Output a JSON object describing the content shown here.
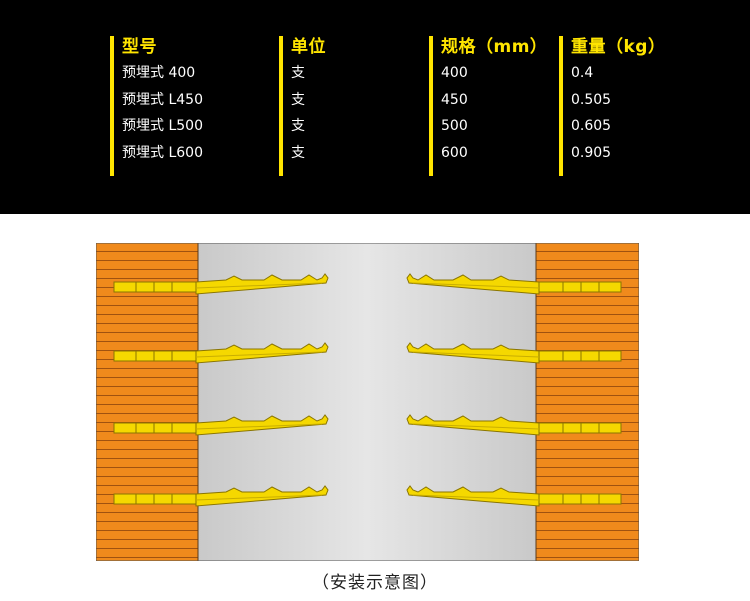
{
  "table": {
    "columns": [
      {
        "header": "型号",
        "cells": [
          "预埋式 400",
          "预埋式 L450",
          "预埋式 L500",
          "预埋式 L600"
        ]
      },
      {
        "header": "单位",
        "cells": [
          "支",
          "支",
          "支",
          "支"
        ]
      },
      {
        "header": "规格（mm）",
        "cells": [
          "400",
          "450",
          "500",
          "600"
        ]
      },
      {
        "header": "重量（kg）",
        "cells": [
          "0.4",
          "0.505",
          "0.605",
          "0.905"
        ]
      }
    ]
  },
  "caption": "（安装示意图）",
  "colors": {
    "panel_bg": "#000000",
    "accent": "#ffe500",
    "wall": "#f08a1c",
    "wall_line": "#a05210",
    "gap": "#d8d8d8",
    "bracket": "#f5d800",
    "bracket_line": "#8a7500"
  }
}
